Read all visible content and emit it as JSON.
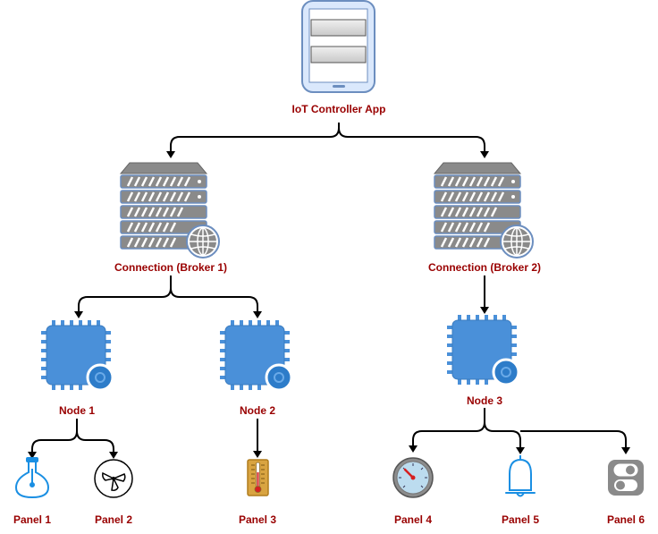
{
  "colors": {
    "label": "#990000",
    "edge": "#000000",
    "device_stroke": "#6c8ebf",
    "device_fill": "#dae8fc",
    "chip_fill": "#4a90d9",
    "chip_badge": "#2d7cc9",
    "server_fill": "#8a8a8a",
    "icon_blue": "#1a8fe3"
  },
  "app": {
    "label": "IoT Controller App",
    "icon": "tablet-icon"
  },
  "brokers": [
    {
      "label": "Connection (Broker 1)",
      "icon": "server-globe-icon"
    },
    {
      "label": "Connection (Broker 2)",
      "icon": "server-globe-icon"
    }
  ],
  "nodes": [
    {
      "label": "Node 1",
      "icon": "microcontroller-chip-icon"
    },
    {
      "label": "Node 2",
      "icon": "microcontroller-chip-icon"
    },
    {
      "label": "Node 3",
      "icon": "microcontroller-chip-icon"
    }
  ],
  "panels": [
    {
      "label": "Panel 1",
      "icon": "light-bulb-icon"
    },
    {
      "label": "Panel 2",
      "icon": "fan-icon"
    },
    {
      "label": "Panel 3",
      "icon": "thermometer-icon"
    },
    {
      "label": "Panel 4",
      "icon": "gauge-icon"
    },
    {
      "label": "Panel 5",
      "icon": "bell-icon"
    },
    {
      "label": "Panel 6",
      "icon": "toggle-switch-icon"
    }
  ]
}
